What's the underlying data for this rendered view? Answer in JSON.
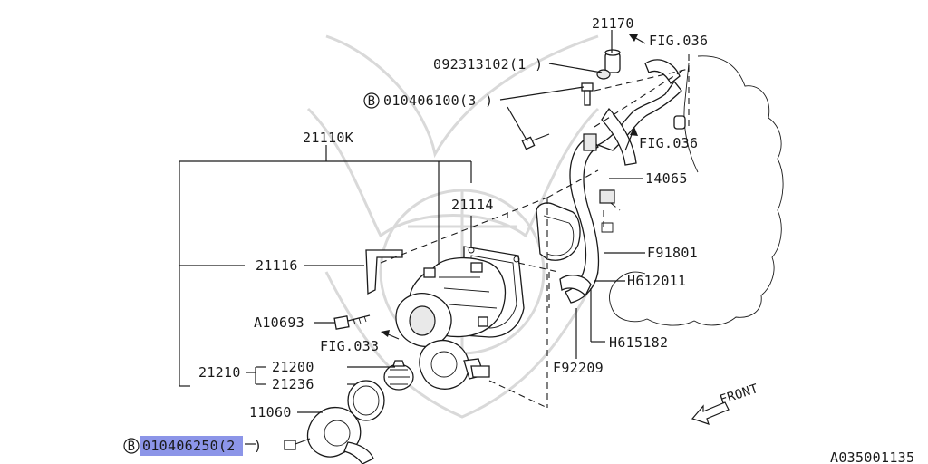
{
  "labels": {
    "p21170": "21170",
    "fig036_top": "FIG.036",
    "p092313102": "092313102(1  )",
    "p010406100": "010406100(3  )",
    "fig036_mid": "FIG.036",
    "p21110K": "21110K",
    "p14065": "14065",
    "p21114": "21114",
    "pF91801": "F91801",
    "p21116": "21116",
    "pH612011": "H612011",
    "pA10693": "A10693",
    "fig033": "FIG.033",
    "pH615182": "H615182",
    "p21200": "21200",
    "p21210": "21210",
    "pF92209": "F92209",
    "p21236": "21236",
    "p11060": "11060",
    "p010406250_hl": "010406250(2",
    "p010406250_tail": " )",
    "bolt_marker": "B",
    "front": "FRONT",
    "diagram_id": "A035001135"
  },
  "colors": {
    "line": "#1a1a1a",
    "highlight": "#8c95e8",
    "watermark": "#d9d9d9"
  }
}
